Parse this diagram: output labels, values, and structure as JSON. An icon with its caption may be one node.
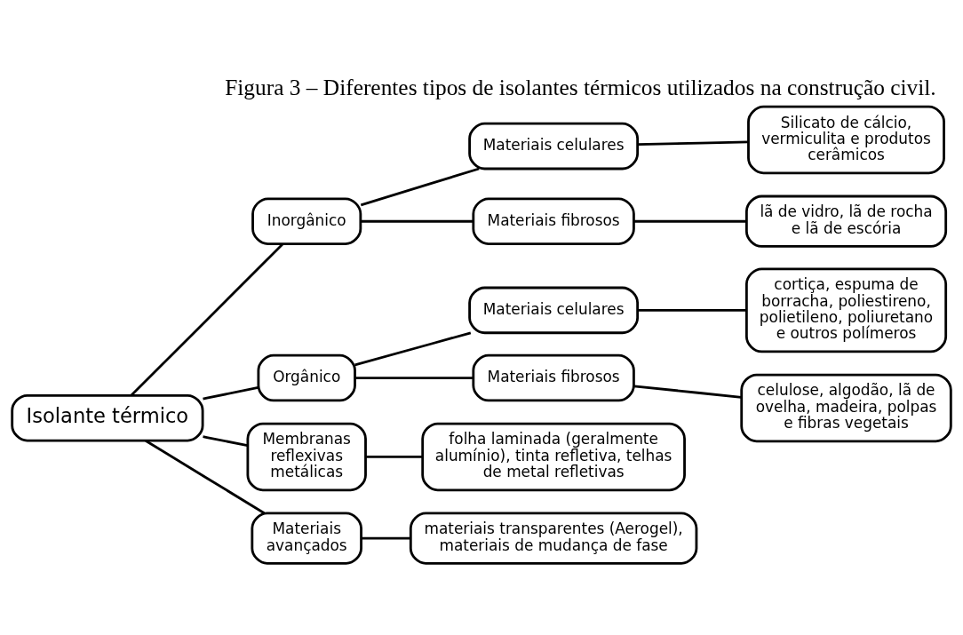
{
  "diagram": {
    "title": "Figura 3 – Diferentes tipos de isolantes térmicos utilizados na construção civil.",
    "nodes": [
      {
        "text": [
          "Isolante térmico"
        ]
      },
      {
        "text": [
          "Inorgânico"
        ]
      },
      {
        "text": [
          "Materiais celulares"
        ]
      },
      {
        "text": [
          "Silicato de cálcio, vermiculita e produtos cerâmicos"
        ]
      },
      {
        "text": [
          "Materiais fibrosos"
        ]
      },
      {
        "text": [
          "lã de vidro, lã de rocha e lã de escória"
        ]
      },
      {
        "text": [
          "Orgânico"
        ]
      },
      {
        "text": [
          "Materiais celulares"
        ]
      },
      {
        "text": [
          "cortiça, espuma de borracha, poliestireno, polietileno, poliuretano e outros polímeros"
        ]
      },
      {
        "text": [
          "Materiais fibrosos"
        ]
      },
      {
        "text": [
          "celulose, algodão, lã de ovelha, madeira, polpas e fibras vegetais"
        ]
      },
      {
        "text": [
          "Membranas reflexivas metálicas"
        ]
      },
      {
        "text": [
          "folha laminada (geralmente alumínio), tinta refletiva, telhas de metal refletivas"
        ]
      },
      {
        "text": [
          "Materiais avançados"
        ]
      },
      {
        "text": [
          "materiais transparentes (Aerogel), materiais de mudança de fase"
        ]
      }
    ],
    "edges": [
      {
        "from": 0,
        "to": 1,
        "arrow": "none"
      },
      {
        "from": 1,
        "to": 2,
        "arrow": "none"
      },
      {
        "from": 2,
        "to": 3,
        "arrow": "none"
      },
      {
        "from": 1,
        "to": 4,
        "arrow": "none"
      },
      {
        "from": 4,
        "to": 5,
        "arrow": "none"
      },
      {
        "from": 0,
        "to": 6,
        "arrow": "none"
      },
      {
        "from": 6,
        "to": 7,
        "arrow": "none"
      },
      {
        "from": 7,
        "to": 8,
        "arrow": "none"
      },
      {
        "from": 6,
        "to": 9,
        "arrow": "none"
      },
      {
        "from": 9,
        "to": 10,
        "arrow": "none"
      },
      {
        "from": 0,
        "to": 11,
        "arrow": "none"
      },
      {
        "from": 11,
        "to": 12,
        "arrow": "none"
      },
      {
        "from": 0,
        "to": 13,
        "arrow": "none"
      },
      {
        "from": 13,
        "to": 14,
        "arrow": "none"
      }
    ]
  }
}
